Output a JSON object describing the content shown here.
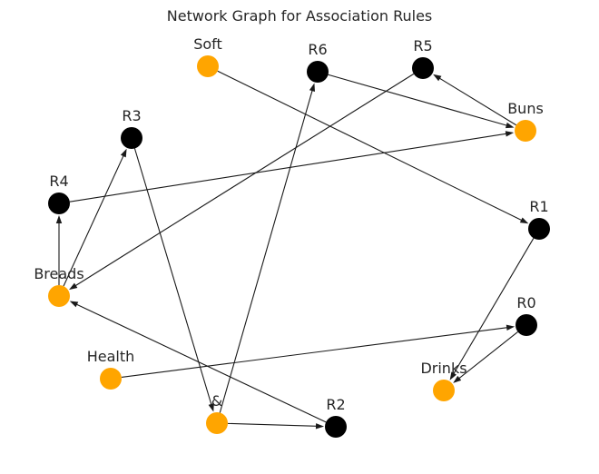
{
  "title": "Network Graph for Association Rules",
  "colors": {
    "item_node": "#ffa500",
    "rule_node": "#000000",
    "edge": "#1a1a1a",
    "text": "#262626"
  },
  "nodes": [
    {
      "id": "Soft",
      "label": "Soft",
      "kind": "item"
    },
    {
      "id": "R6",
      "label": "R6",
      "kind": "rule"
    },
    {
      "id": "R5",
      "label": "R5",
      "kind": "rule"
    },
    {
      "id": "Buns",
      "label": "Buns",
      "kind": "item"
    },
    {
      "id": "R3",
      "label": "R3",
      "kind": "rule"
    },
    {
      "id": "R4",
      "label": "R4",
      "kind": "rule"
    },
    {
      "id": "R1",
      "label": "R1",
      "kind": "rule"
    },
    {
      "id": "Breads",
      "label": "Breads",
      "kind": "item"
    },
    {
      "id": "R0",
      "label": "R0",
      "kind": "rule"
    },
    {
      "id": "Health",
      "label": "Health",
      "kind": "item"
    },
    {
      "id": "Drinks",
      "label": "Drinks",
      "kind": "item"
    },
    {
      "id": "&",
      "label": "&",
      "kind": "item"
    },
    {
      "id": "R2",
      "label": "R2",
      "kind": "rule"
    }
  ],
  "edges": [
    {
      "from": "Soft",
      "to": "R1"
    },
    {
      "from": "R1",
      "to": "Drinks"
    },
    {
      "from": "Health",
      "to": "R0"
    },
    {
      "from": "R0",
      "to": "Drinks"
    },
    {
      "from": "&",
      "to": "R2"
    },
    {
      "from": "R2",
      "to": "Breads"
    },
    {
      "from": "Breads",
      "to": "R3"
    },
    {
      "from": "R3",
      "to": "&"
    },
    {
      "from": "Breads",
      "to": "R4"
    },
    {
      "from": "R4",
      "to": "Buns"
    },
    {
      "from": "Buns",
      "to": "R5"
    },
    {
      "from": "R5",
      "to": "Breads"
    },
    {
      "from": "&",
      "to": "R6"
    },
    {
      "from": "R6",
      "to": "Buns"
    }
  ]
}
